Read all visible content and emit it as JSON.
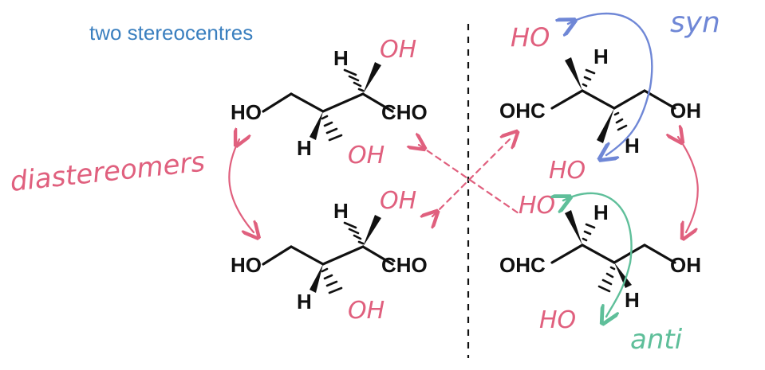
{
  "title": "two stereocentres",
  "annotations": {
    "diastereomers": "diastereomers",
    "syn": "syn",
    "anti": "anti"
  },
  "molecules": {
    "top_left": {
      "left_group": "HO",
      "right_group": "CHO",
      "h_top": "H",
      "h_bottom": "H",
      "oh_top": "OH",
      "oh_bottom": "OH"
    },
    "bottom_left": {
      "left_group": "HO",
      "right_group": "CHO",
      "h_top": "H",
      "h_bottom": "H",
      "oh_top": "OH",
      "oh_bottom": "OH"
    },
    "top_right": {
      "left_group": "OHC",
      "right_group": "OH",
      "h_top": "H",
      "h_bottom": "H",
      "ho_top": "HO",
      "ho_bottom": "HO"
    },
    "bottom_right": {
      "left_group": "OHC",
      "right_group": "OH",
      "h_top": "H",
      "h_bottom": "H",
      "ho_top": "HO",
      "ho_bottom": "HO"
    }
  },
  "colors": {
    "title": "#3a7fbf",
    "pink": "#e0607e",
    "blue": "#6f87d6",
    "green": "#5fbf9a",
    "ink": "#111111"
  }
}
